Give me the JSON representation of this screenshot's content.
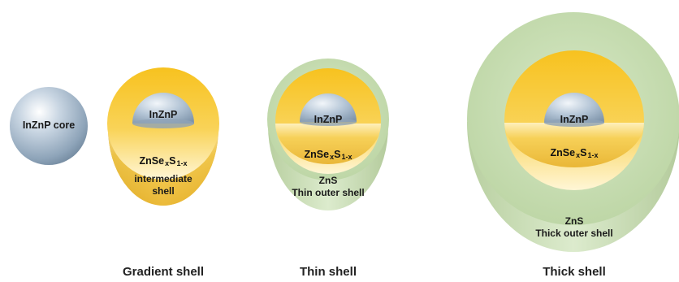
{
  "diagrams": [
    {
      "caption": "",
      "core_label": "InZnP core"
    },
    {
      "caption": "Gradient shell",
      "core_label": "InZnP",
      "shell_formula": {
        "main": "ZnSe",
        "sub1": "x",
        "mid": "S",
        "sub2": "1-x"
      },
      "shell_line1": "intermediate",
      "shell_line2": "shell"
    },
    {
      "caption": "Thin shell",
      "core_label": "InZnP",
      "shell_formula": {
        "main": "ZnSe",
        "sub1": "x",
        "mid": "S",
        "sub2": "1-x"
      },
      "outer_line1": "ZnS",
      "outer_line2": "Thin outer shell"
    },
    {
      "caption": "Thick shell",
      "core_label": "InZnP",
      "shell_formula": {
        "main": "ZnSe",
        "sub1": "x",
        "mid": "S",
        "sub2": "1-x"
      },
      "outer_line1": "ZnS",
      "outer_line2": "Thick outer shell"
    }
  ],
  "colors": {
    "core": "#a9bccf",
    "gradient_shell": "#f4c22a",
    "outer_shell": "#c9dfb6"
  }
}
